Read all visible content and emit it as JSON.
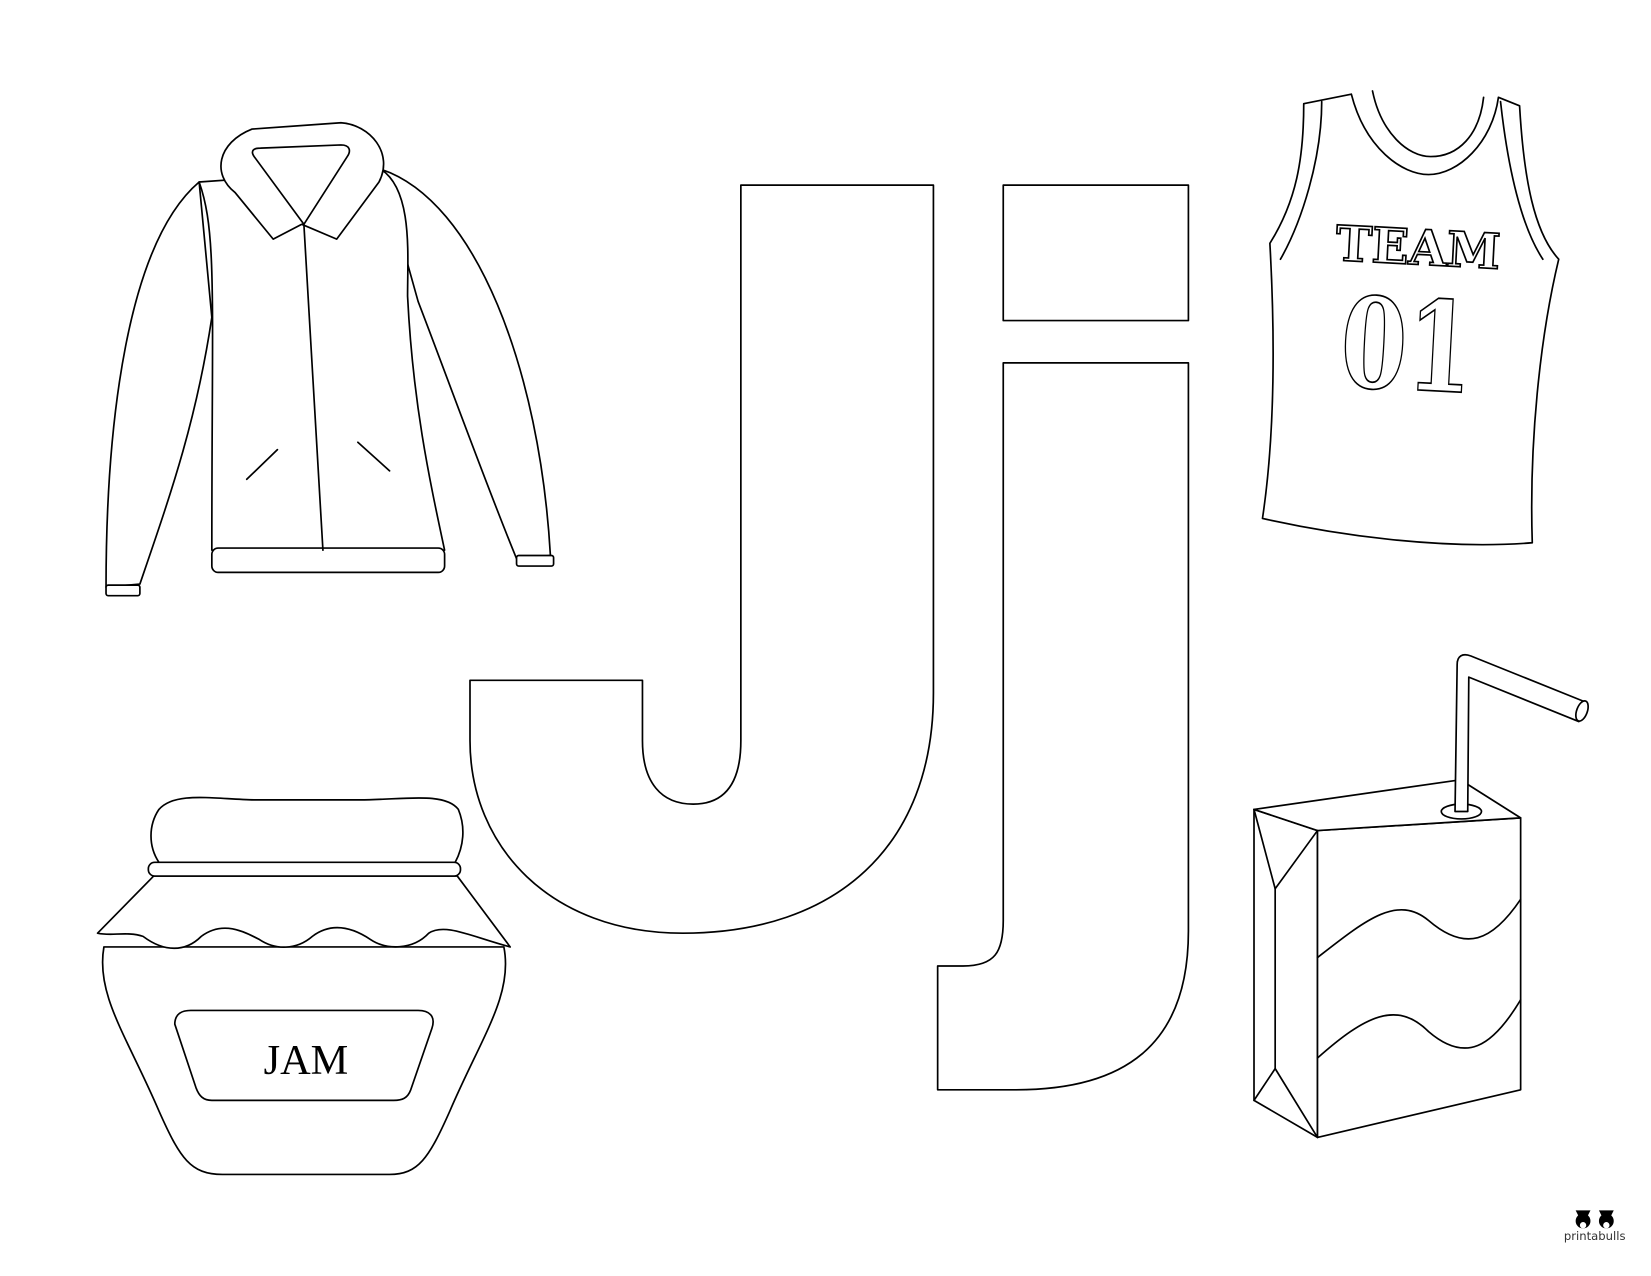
{
  "page": {
    "letter_upper": "J",
    "letter_lower": "j",
    "background": "#ffffff",
    "line_color": "#000000"
  },
  "items": [
    {
      "name": "jacket",
      "icon": "jacket-icon"
    },
    {
      "name": "jersey",
      "icon": "jersey-icon",
      "text_top": "TEAM",
      "text_number": "01"
    },
    {
      "name": "jam",
      "icon": "jam-jar-icon",
      "label": "JAM"
    },
    {
      "name": "juice",
      "icon": "juice-box-icon"
    }
  ],
  "logo": {
    "text": "printabulls",
    "icon": "bulldog-logo-icon"
  }
}
